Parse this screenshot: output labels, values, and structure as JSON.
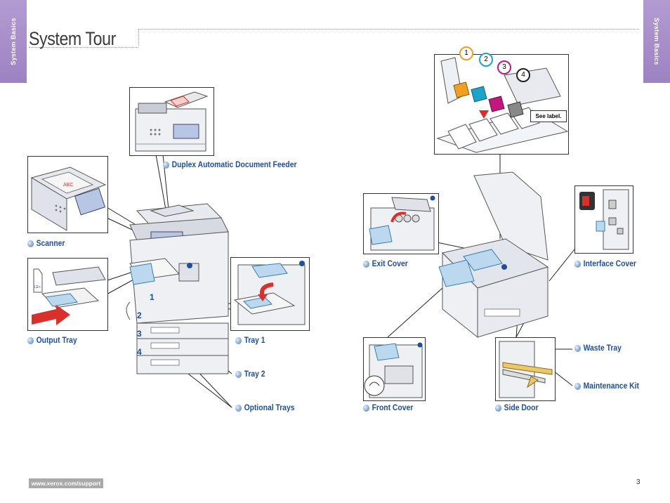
{
  "header": {
    "title": "System Tour",
    "side_tab_left": "System Basics",
    "side_tab_right": "System Basics"
  },
  "left_labels": {
    "duplex_feeder": "Duplex Automatic Document Feeder",
    "scanner": "Scanner",
    "output_tray": "Output Tray",
    "tray1": "Tray 1",
    "tray2": "Tray 2",
    "optional_trays": "Optional Trays"
  },
  "tray_numbers": [
    "1",
    "2",
    "3",
    "4"
  ],
  "right_labels": {
    "exit_cover": "Exit Cover",
    "interface_cover": "Interface Cover",
    "waste_tray": "Waste Tray",
    "maintenance_kit": "Maintenance Kit",
    "front_cover": "Front Cover",
    "side_door": "Side Door"
  },
  "ink_slots": [
    {
      "label": "1",
      "color": "#f0a020"
    },
    {
      "label": "2",
      "color": "#1fa3c8"
    },
    {
      "label": "3",
      "color": "#c2187e"
    },
    {
      "label": "4",
      "color": "#222222"
    }
  ],
  "see_label": "See label.",
  "footer": {
    "url": "www.xerox.com/support",
    "page_number": "3"
  },
  "colors": {
    "accent_purple": "#a98fcc",
    "label_blue": "#1f4e9c"
  }
}
